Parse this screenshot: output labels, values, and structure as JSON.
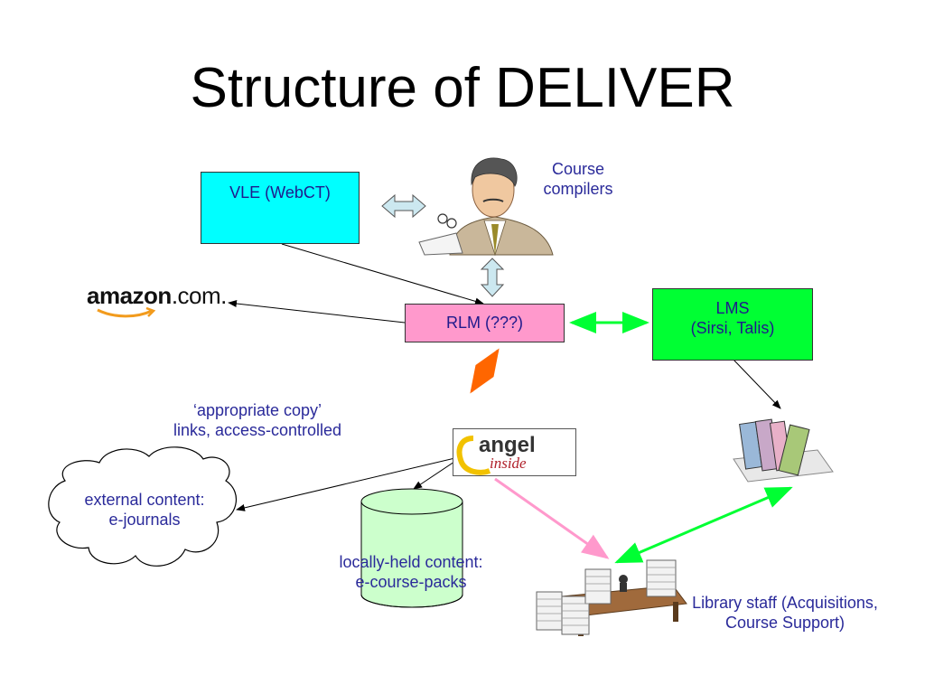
{
  "slide": {
    "title": "Structure of DELIVER"
  },
  "nodes": {
    "vle": {
      "label": "VLE (WebCT)",
      "color": "#00ffff"
    },
    "rlm": {
      "label": "RLM (???)",
      "color": "#ff99cc"
    },
    "lms": {
      "label": "LMS\n(Sirsi, Talis)",
      "color": "#00ff33"
    },
    "course_compilers": {
      "label": "Course\ncompilers"
    },
    "appropriate_copy": {
      "label": "‘appropriate copy’\nlinks, access-controlled"
    },
    "external_content": {
      "label": "external content:\ne-journals"
    },
    "local_content": {
      "label": "locally-held content:\ne-course-packs"
    },
    "library_staff": {
      "label": "Library staff (Acquisitions,\nCourse Support)"
    }
  },
  "logos": {
    "amazon": {
      "bold": "amazon",
      "rest": ".com."
    },
    "angel": {
      "main": "angel",
      "sub": "inside"
    }
  },
  "icons": [
    "professor-icon",
    "books-icon",
    "library-desk-icon",
    "cloud-icon",
    "cylinder-icon"
  ],
  "colors": {
    "text": "#2a2a9a",
    "green_arrow": "#00ff33",
    "orange_arrow": "#ff6600",
    "pink_arrow": "#ff99cc",
    "light_blue_arrow": "#cce8f0",
    "cylinder": "#ccffcc"
  }
}
